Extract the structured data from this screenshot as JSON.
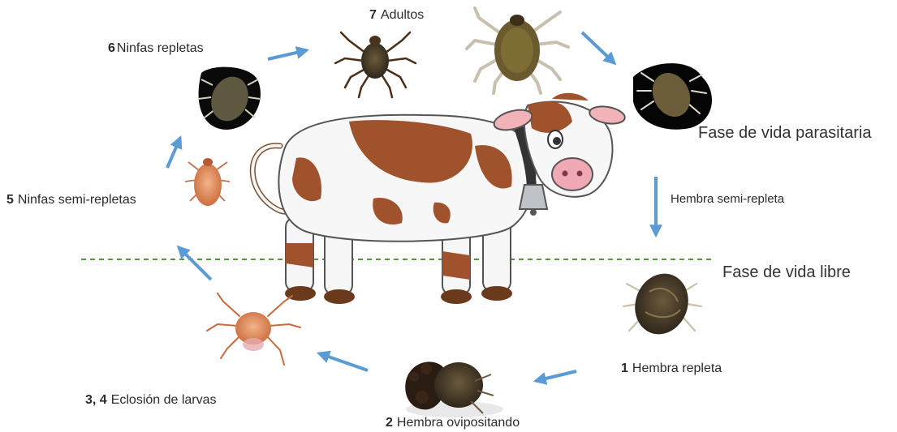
{
  "phases": {
    "parasitic": "Fase de vida parasitaria",
    "free": "Fase de vida libre"
  },
  "stages": {
    "s7": {
      "num": "7",
      "text": "Adultos"
    },
    "s6": {
      "num": "6",
      "text": "Ninfas repletas"
    },
    "s5": {
      "num": "5",
      "text": "Ninfas semi-repletas"
    },
    "s34": {
      "num": "3, 4",
      "text": "Eclosión de larvas"
    },
    "s2": {
      "num": "2",
      "text": "Hembra ovipositando"
    },
    "s1": {
      "num": "1",
      "text": "Hembra repleta"
    },
    "semi": {
      "text": "Hembra semi-repleta"
    }
  },
  "colors": {
    "arrow": "#5b9bd5",
    "divider": "#4f9a3a",
    "cow_spot": "#a0522d",
    "tick_dark": "#3a2f22",
    "larva": "#e08a5a"
  }
}
